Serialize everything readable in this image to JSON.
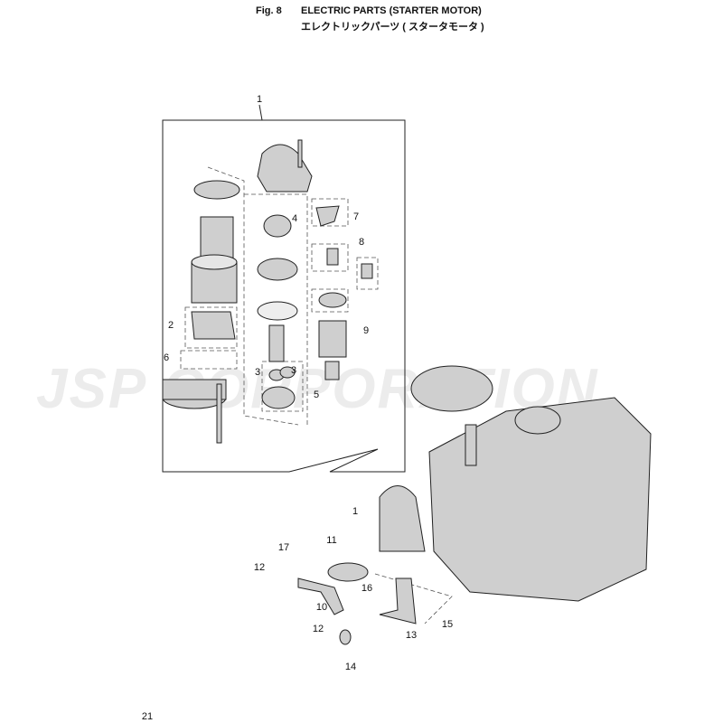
{
  "header": {
    "fig": "Fig. 8",
    "title_en": "ELECTRIC PARTS (STARTER MOTOR)",
    "title_jp": "エレクトリックパーツ ( スタータモータ )"
  },
  "watermark": "JSP CORPORATION",
  "callouts": [
    "1",
    "4",
    "7",
    "8",
    "9",
    "2",
    "6",
    "3",
    "3",
    "5",
    "1",
    "11",
    "17",
    "12",
    "16",
    "10",
    "12",
    "13",
    "15",
    "14"
  ],
  "page_number": "21"
}
